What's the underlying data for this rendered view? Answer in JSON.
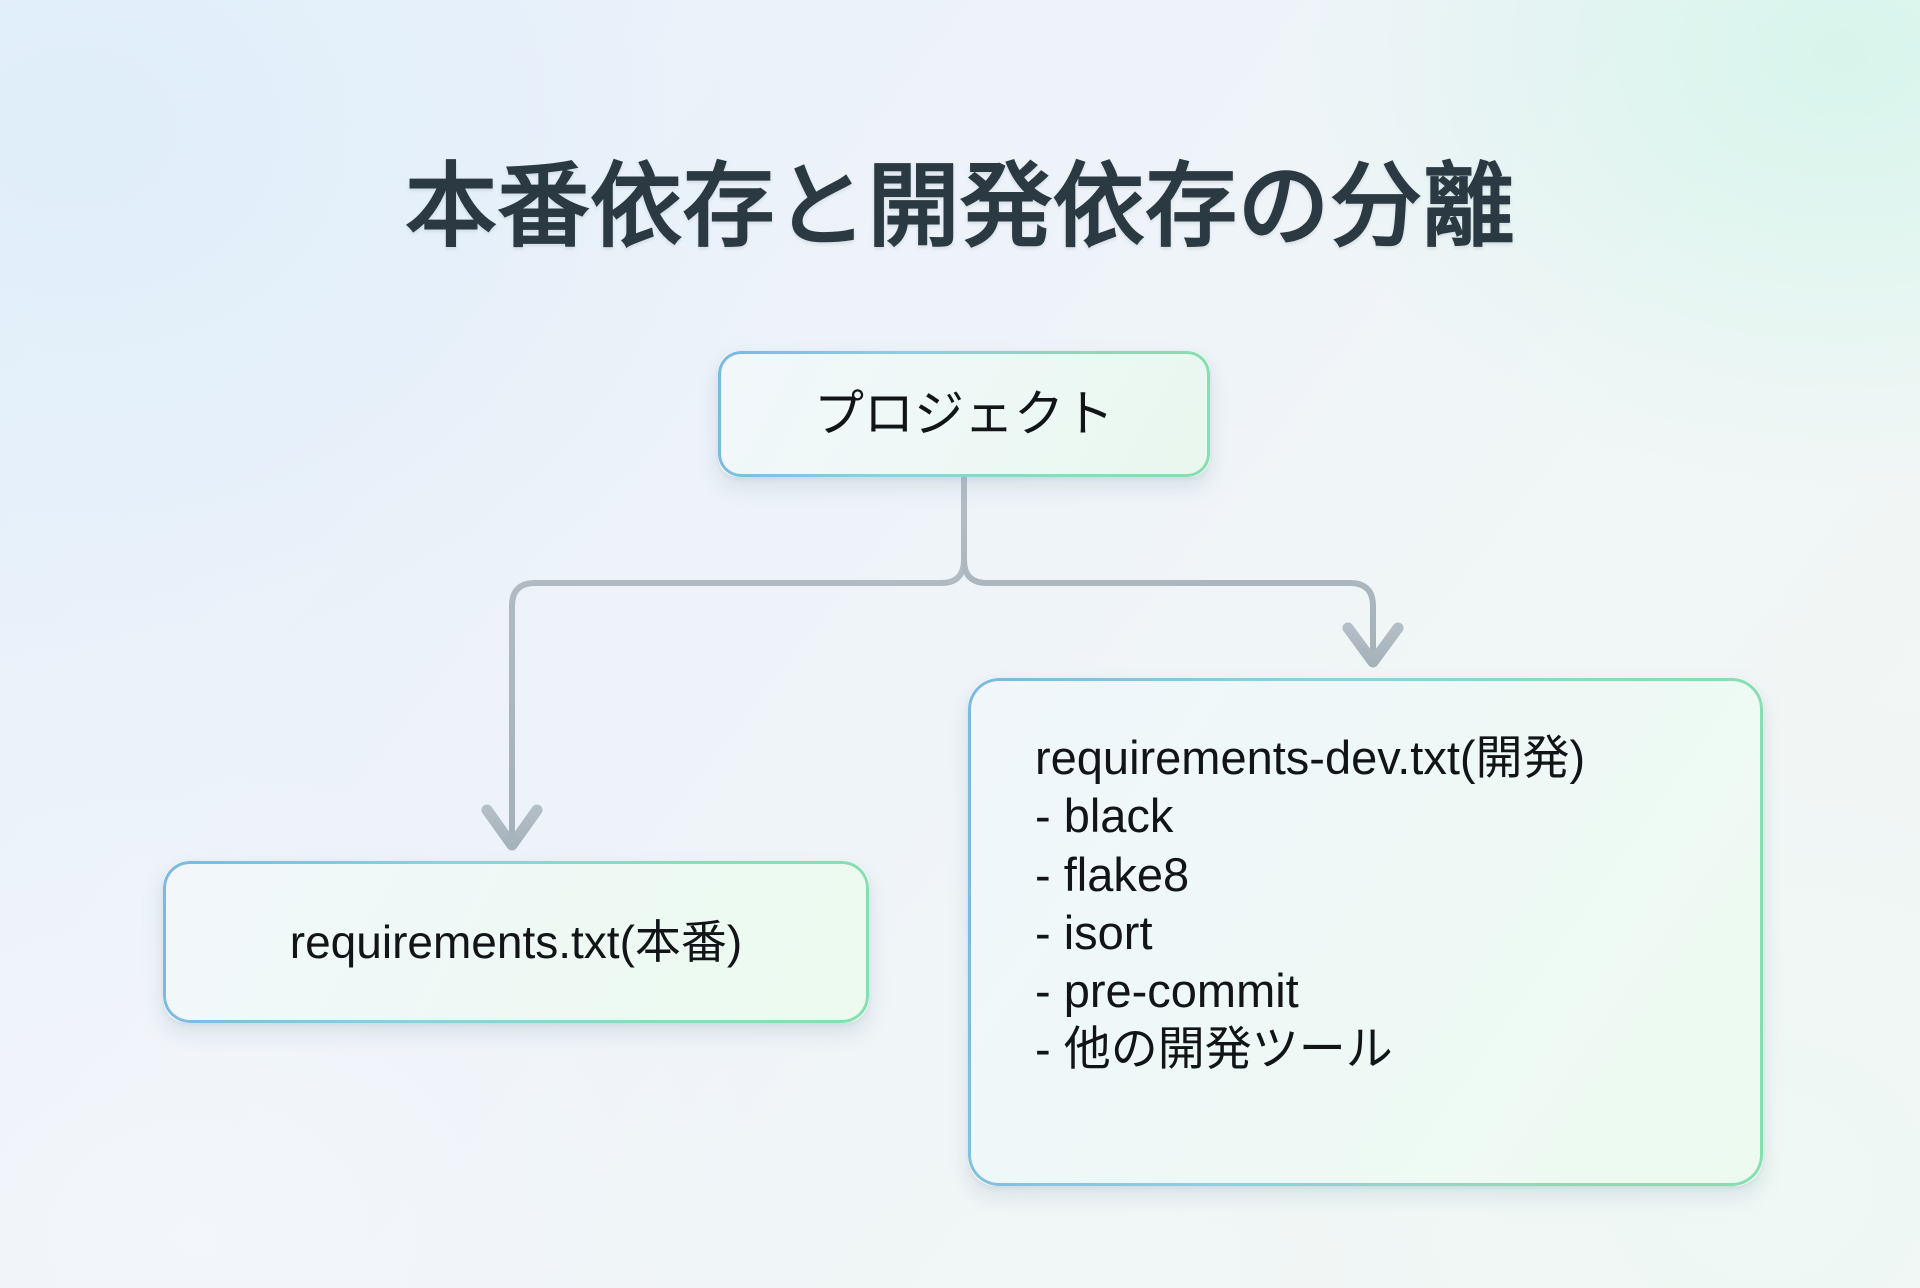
{
  "slide": {
    "title": "本番依存と開発依存の分離",
    "background": {
      "top_left": "#e6f1fa",
      "top_right": "#eaf8f5",
      "bottom_left": "#f1f4f8",
      "bottom_right": "#eff7f3"
    },
    "accent_border_start": "#7cb8e0",
    "accent_border_end": "#86dfaf",
    "connector_color": "#a8b4bd",
    "text_color": "#121417",
    "title_color": "#2b3a42"
  },
  "diagram": {
    "type": "tree",
    "root": {
      "id": "project",
      "label": "プロジェクト"
    },
    "children": [
      {
        "id": "prod",
        "label": "requirements.txt(本番)"
      },
      {
        "id": "dev",
        "heading": "requirements-dev.txt(開発)",
        "items": [
          "- black",
          "- flake8",
          "- isort",
          "- pre-commit",
          "- 他の開発ツール"
        ]
      }
    ],
    "connectors": [
      {
        "id": "root-to-prod",
        "arrow": "down",
        "name": "arrow-project-to-prod"
      },
      {
        "id": "root-to-dev",
        "arrow": "down",
        "name": "arrow-project-to-dev"
      }
    ]
  }
}
